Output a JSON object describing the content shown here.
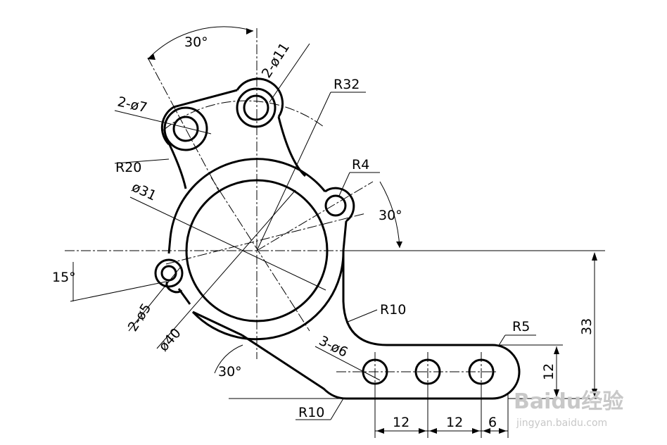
{
  "dimensions": {
    "angle_top": "30°",
    "holes_11": "2-ø11",
    "radius_32": "R32",
    "holes_7": "2-ø7",
    "radius_20": "R20",
    "radius_4": "R4",
    "dia_31": "ø31",
    "angle_right": "30°",
    "angle_left": "15°",
    "holes_5": "2-ø5",
    "dia_40": "ø40",
    "radius_10_inner": "R10",
    "radius_5": "R5",
    "holes_6": "3-ø6",
    "angle_bottom": "30°",
    "radius_10_bottom": "R10",
    "height_33": "33",
    "height_12": "12",
    "width_12_a": "12",
    "width_12_b": "12",
    "width_6": "6"
  },
  "watermark": {
    "brand": "Baidu经验",
    "url": "jingyan.baidu.com"
  }
}
